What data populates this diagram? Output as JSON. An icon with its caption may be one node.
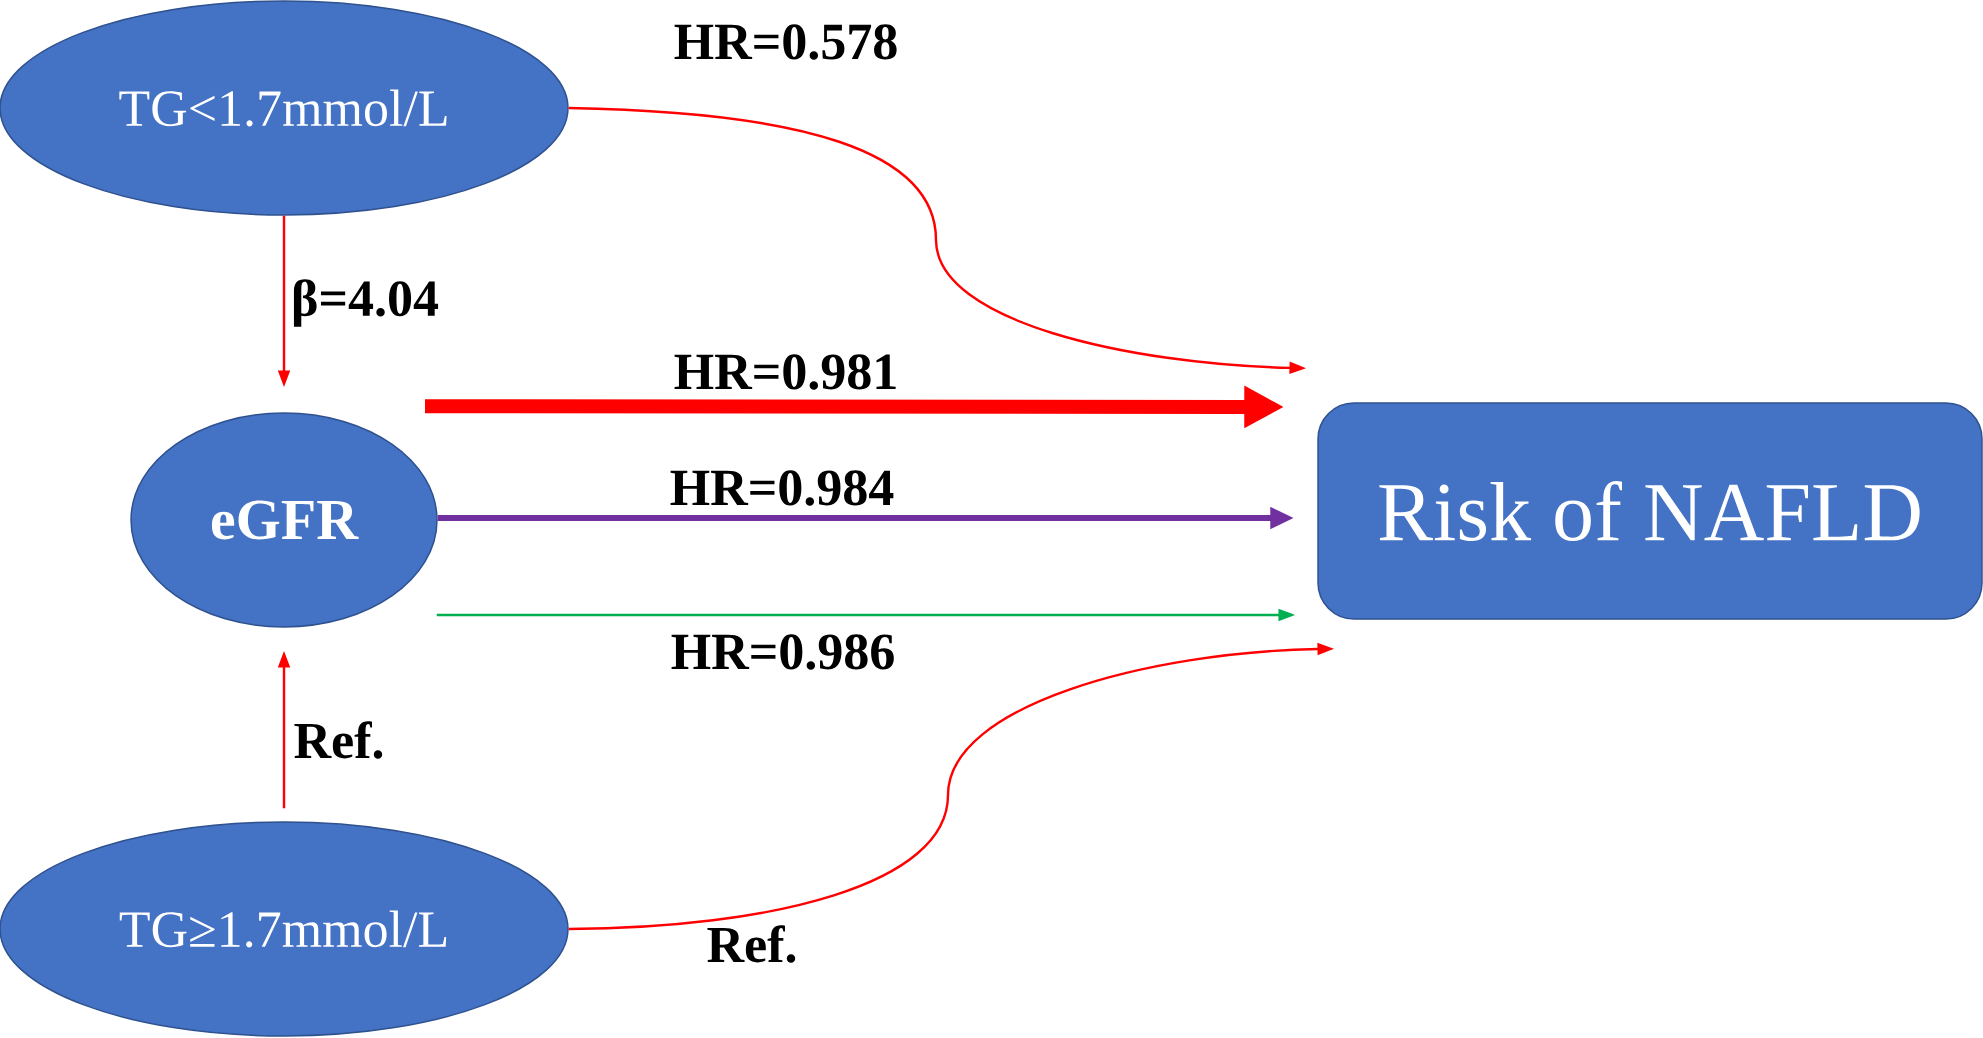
{
  "diagram": {
    "nodes": [
      {
        "text": [
          "TG<1.7mmol/L"
        ]
      },
      {
        "text": [
          "eGFR"
        ]
      },
      {
        "text": [
          "TG≥1.7mmol/L"
        ]
      },
      {
        "text": [
          "Risk of NAFLD"
        ]
      }
    ],
    "edges": [
      {
        "from": 0,
        "to": 3,
        "arrow": "to",
        "label": "HR=0.578"
      },
      {
        "from": 0,
        "to": 1,
        "arrow": "to",
        "label": "β=4.04"
      },
      {
        "from": 1,
        "to": 3,
        "arrow": "to",
        "label": "HR=0.981",
        "style": "thick"
      },
      {
        "from": 1,
        "to": 3,
        "arrow": "to",
        "label": "HR=0.984",
        "style": "thick",
        "color": "#7030a0"
      },
      {
        "from": 1,
        "to": 3,
        "arrow": "to",
        "label": "HR=0.986",
        "color": "#00b050"
      },
      {
        "from": 2,
        "to": 1,
        "arrow": "to",
        "label": "Ref."
      },
      {
        "from": 2,
        "to": 3,
        "arrow": "to",
        "label": "Ref."
      }
    ]
  }
}
